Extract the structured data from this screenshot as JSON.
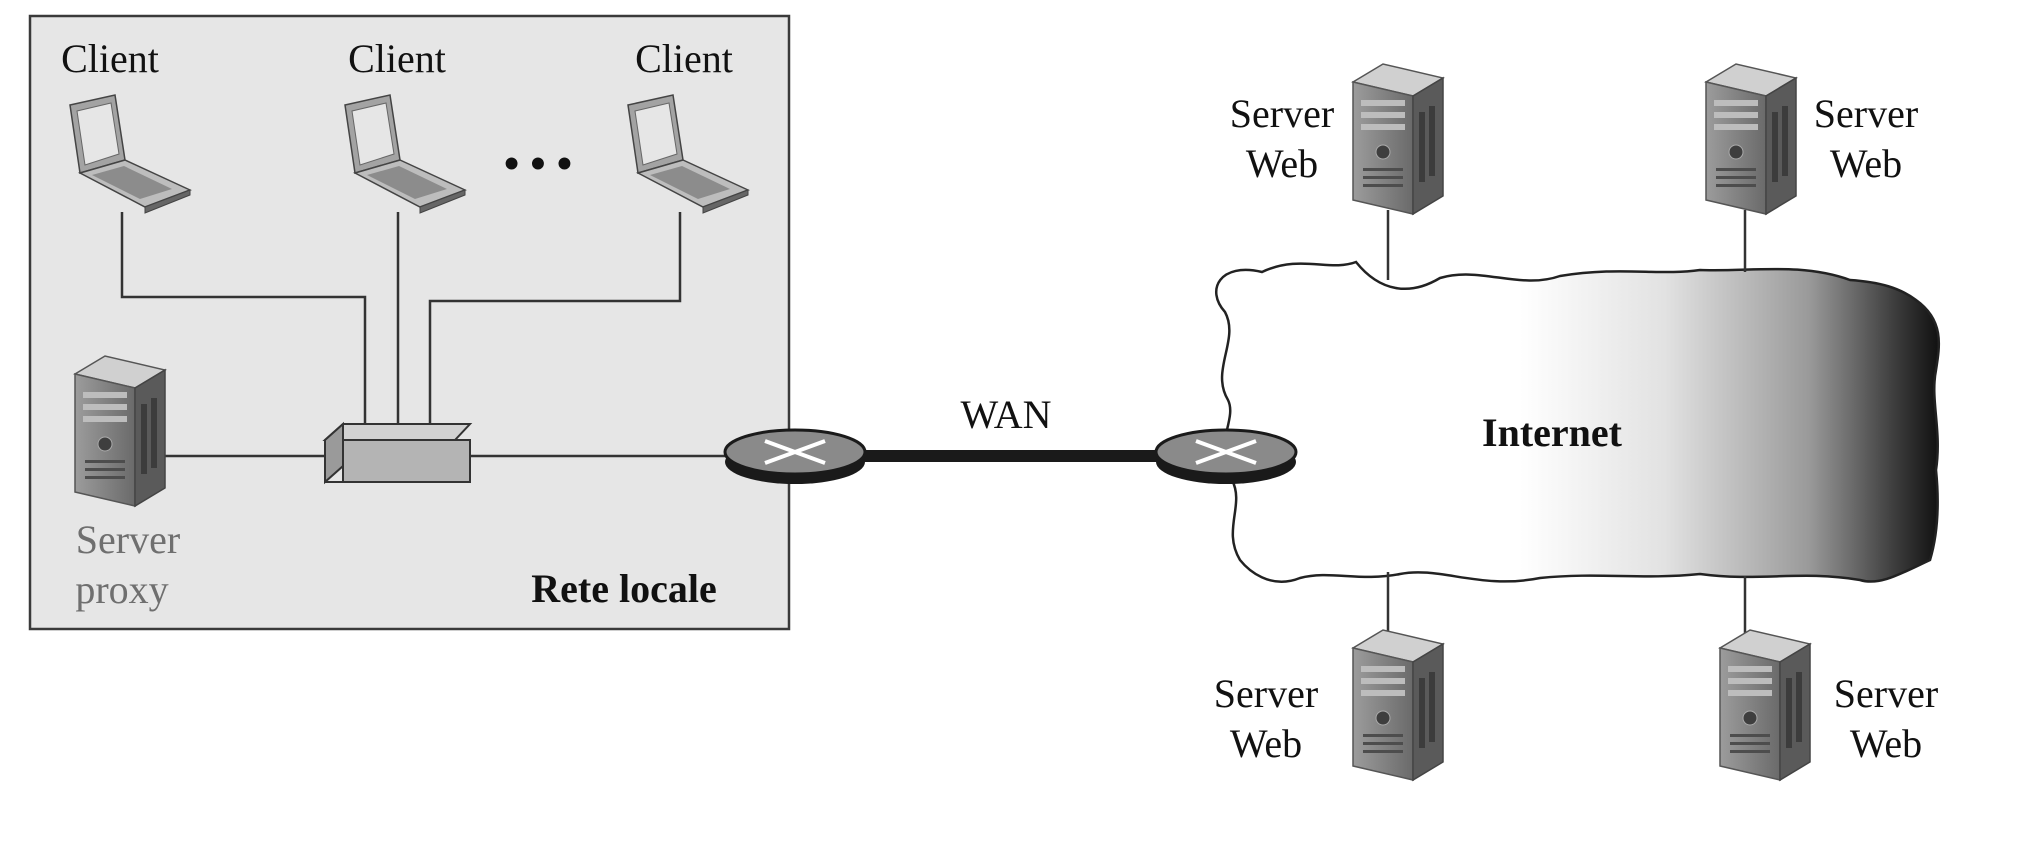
{
  "diagram": {
    "lan": {
      "clients": [
        "Client",
        "Client",
        "Client"
      ],
      "ellipsis": "• • •",
      "proxy_line1": "Server",
      "proxy_line2": "proxy",
      "title": "Rete locale"
    },
    "wan_label": "WAN",
    "internet_label": "Internet",
    "web_servers": [
      {
        "line1": "Server",
        "line2": "Web"
      },
      {
        "line1": "Server",
        "line2": "Web"
      },
      {
        "line1": "Server",
        "line2": "Web"
      },
      {
        "line1": "Server",
        "line2": "Web"
      }
    ],
    "colors": {
      "lan_background": "#e6e6e6",
      "line": "#333333",
      "router": "#8a8a8a",
      "label_grey": "#6f6f6f"
    }
  }
}
